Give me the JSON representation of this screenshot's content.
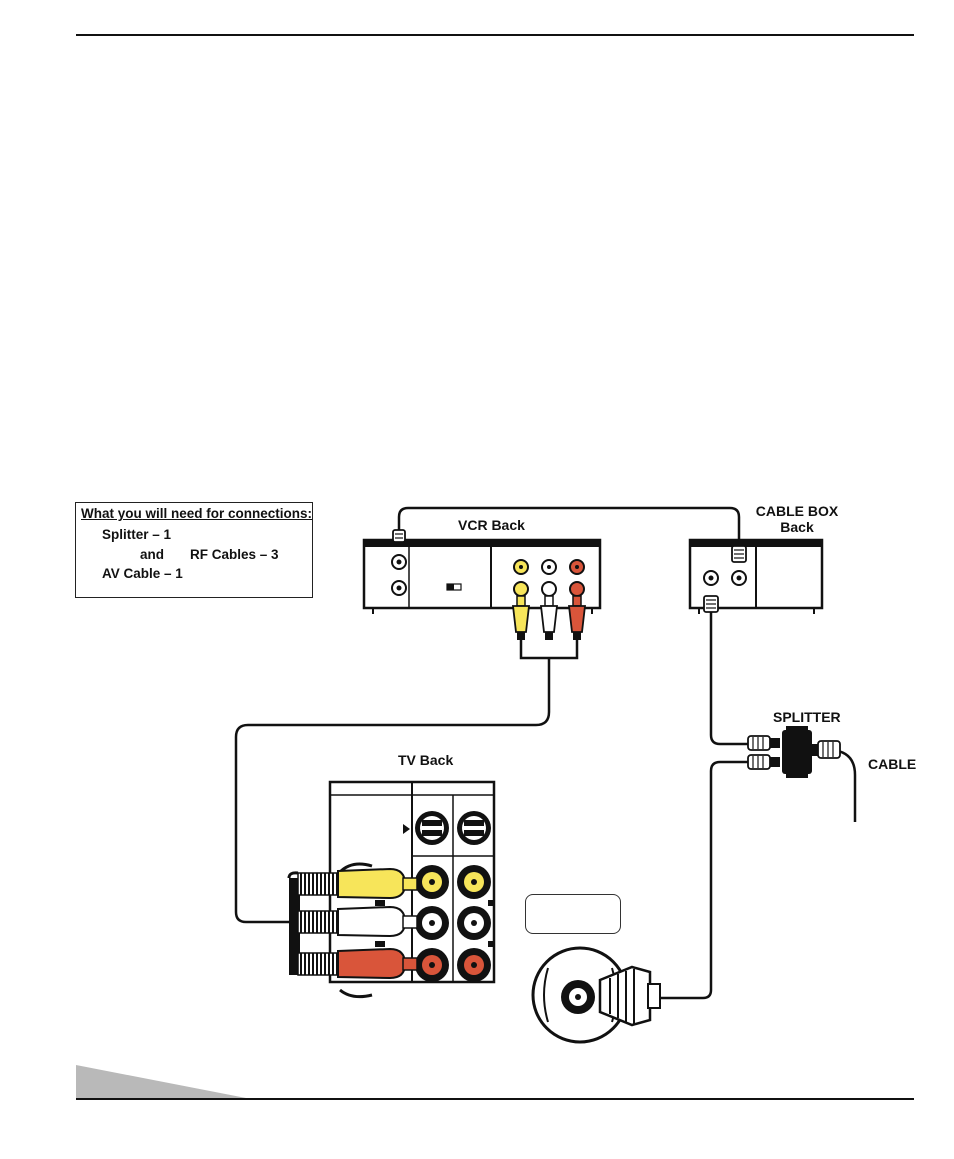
{
  "needs": {
    "title": "What you will need for connections:",
    "splitter": "Splitter – 1",
    "and": "and",
    "rf_cables": "RF Cables – 3",
    "av_cable": "AV Cable – 1"
  },
  "labels": {
    "vcr_back": "VCR Back",
    "cable_box_line1": "CABLE BOX",
    "cable_box_line2": "Back",
    "splitter": "SPLITTER",
    "cable": "CABLE",
    "tv_back": "TV Back"
  },
  "colors": {
    "video": "#f7e55a",
    "audio_left": "#ffffff",
    "audio_right": "#d9553a",
    "footer_tab": "#b9b9b9"
  }
}
